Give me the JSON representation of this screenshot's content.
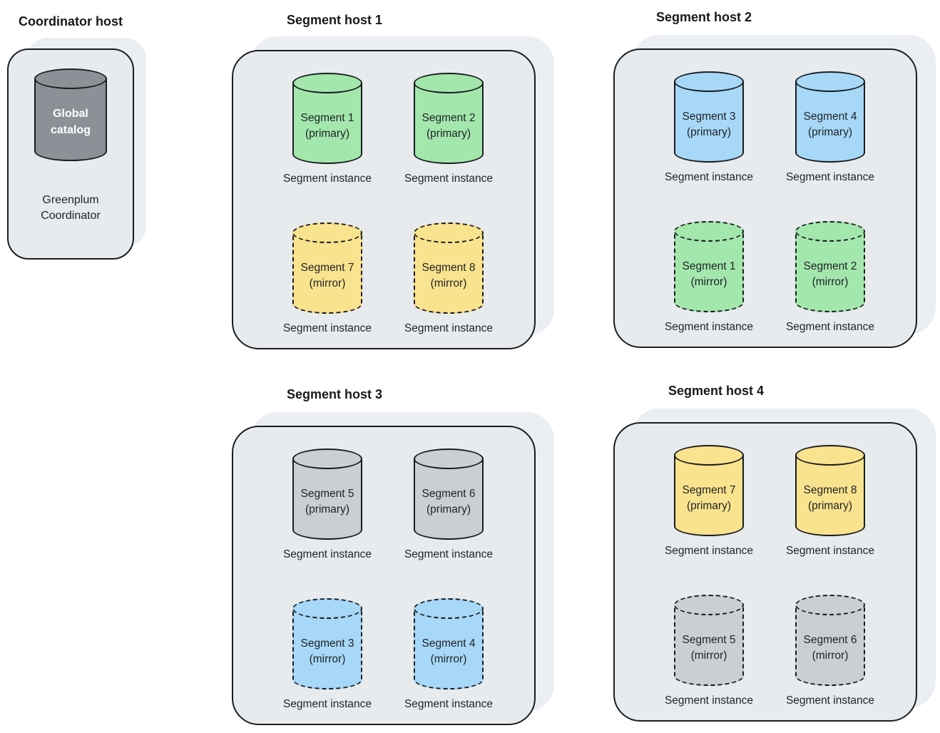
{
  "colors": {
    "green": "#a3e7ad",
    "blue": "#a7d8f8",
    "yellow": "#fae38e",
    "gray": "#cbcfd4",
    "darkgray": "#8d9197",
    "host_fill": "#e8ebed",
    "shadow_fill": "#ebeef2",
    "border": "#1b1d20"
  },
  "coordinator": {
    "title": "Coordinator host",
    "cylinder_label": "Global\ncatalog",
    "cylinder_color": "darkgray",
    "caption": "Greenplum\nCoordinator"
  },
  "hosts": [
    {
      "title": "Segment host 1",
      "instances": [
        {
          "name": "Segment 1",
          "role": "(primary)",
          "color": "green",
          "dashed": false,
          "caption": "Segment instance"
        },
        {
          "name": "Segment 2",
          "role": "(primary)",
          "color": "green",
          "dashed": false,
          "caption": "Segment instance"
        },
        {
          "name": "Segment 7",
          "role": "(mirror)",
          "color": "yellow",
          "dashed": true,
          "caption": "Segment instance"
        },
        {
          "name": "Segment 8",
          "role": "(mirror)",
          "color": "yellow",
          "dashed": true,
          "caption": "Segment instance"
        }
      ]
    },
    {
      "title": "Segment host 2",
      "instances": [
        {
          "name": "Segment 3",
          "role": "(primary)",
          "color": "blue",
          "dashed": false,
          "caption": "Segment instance"
        },
        {
          "name": "Segment 4",
          "role": "(primary)",
          "color": "blue",
          "dashed": false,
          "caption": "Segment instance"
        },
        {
          "name": "Segment 1",
          "role": "(mirror)",
          "color": "green",
          "dashed": true,
          "caption": "Segment instance"
        },
        {
          "name": "Segment 2",
          "role": "(mirror)",
          "color": "green",
          "dashed": true,
          "caption": "Segment instance"
        }
      ]
    },
    {
      "title": "Segment host 3",
      "instances": [
        {
          "name": "Segment 5",
          "role": "(primary)",
          "color": "gray",
          "dashed": false,
          "caption": "Segment instance"
        },
        {
          "name": "Segment 6",
          "role": "(primary)",
          "color": "gray",
          "dashed": false,
          "caption": "Segment instance"
        },
        {
          "name": "Segment 3",
          "role": "(mirror)",
          "color": "blue",
          "dashed": true,
          "caption": "Segment instance"
        },
        {
          "name": "Segment 4",
          "role": "(mirror)",
          "color": "blue",
          "dashed": true,
          "caption": "Segment instance"
        }
      ]
    },
    {
      "title": "Segment host 4",
      "instances": [
        {
          "name": "Segment 7",
          "role": "(primary)",
          "color": "yellow",
          "dashed": false,
          "caption": "Segment instance"
        },
        {
          "name": "Segment 8",
          "role": "(primary)",
          "color": "yellow",
          "dashed": false,
          "caption": "Segment instance"
        },
        {
          "name": "Segment 5",
          "role": "(mirror)",
          "color": "gray",
          "dashed": true,
          "caption": "Segment instance"
        },
        {
          "name": "Segment 6",
          "role": "(mirror)",
          "color": "gray",
          "dashed": true,
          "caption": "Segment instance"
        }
      ]
    }
  ]
}
